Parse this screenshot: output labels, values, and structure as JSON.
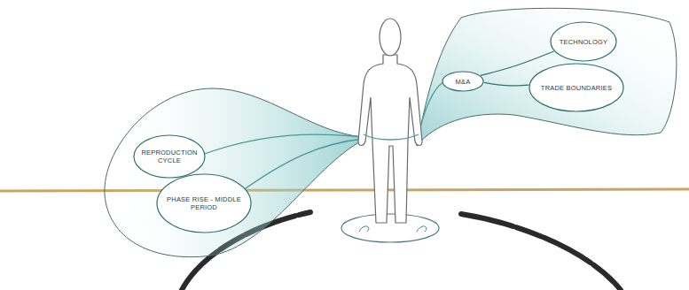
{
  "diagram": {
    "nodes": [
      {
        "text": [
          "REPRODUCTION CYCLE"
        ]
      },
      {
        "text": [
          "PHASE RISE - MIDDLE PERIOD"
        ]
      },
      {
        "text": [
          "M&A"
        ]
      },
      {
        "text": [
          "TECHNOLOGY"
        ]
      },
      {
        "text": [
          "TRADE BOUNDARIES"
        ]
      }
    ],
    "edges": [
      {
        "from": 2,
        "to": 3,
        "arrow": "none"
      },
      {
        "from": 2,
        "to": 4,
        "arrow": "none"
      }
    ]
  }
}
